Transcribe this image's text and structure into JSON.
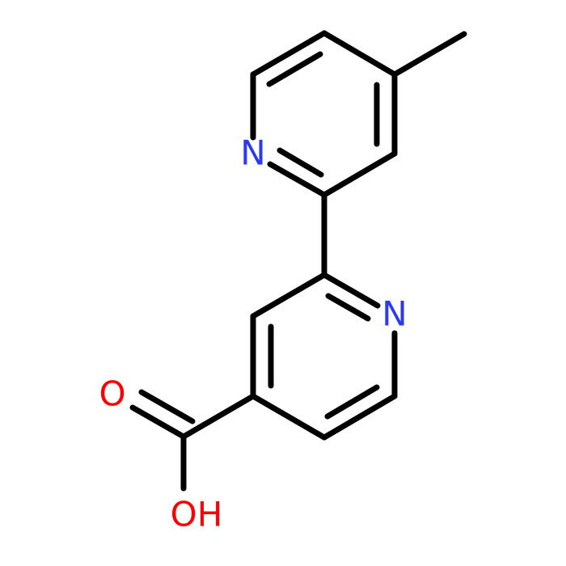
{
  "colors": {
    "background": "#ffffff",
    "bond": "#000000",
    "nitrogen": "#2a3af0",
    "oxygen": "#ff0000"
  },
  "atoms": {
    "n_top": "N",
    "n_bottom": "N",
    "o_carbonyl": "O",
    "oh": "OH"
  }
}
